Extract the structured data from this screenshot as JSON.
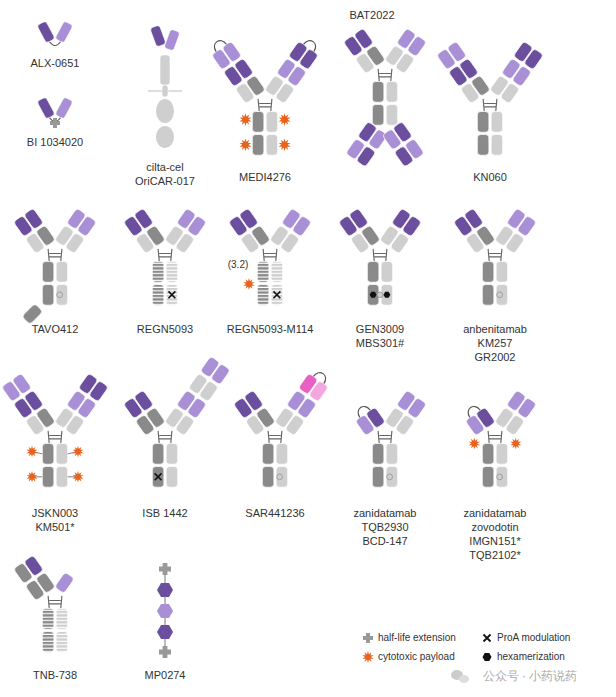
{
  "diagram": {
    "labels": [
      "ALX-0651",
      "BI 1034020",
      "cilta-cel",
      "OriCAR-017",
      "MEDI4276",
      "BAT2022",
      "KN060",
      "TAVO412",
      "REGN5093",
      "REGN5093-M114",
      "(3.2)",
      "GEN3009",
      "MBS301#",
      "anbenitamab",
      "KM257",
      "GR2002",
      "JSKN003",
      "KM501*",
      "ISB 1442",
      "SAR441236",
      "zanidatamab",
      "TQB2930",
      "BCD-147",
      "zanidatamab zovodotin",
      "IMGN151*",
      "TQB2102*",
      "TNB-738",
      "MP0274",
      "公众号 · 小药说药"
    ],
    "legend": [
      {
        "text": "half-life extension"
      },
      {
        "text": "ProA modulation"
      },
      {
        "text": "cytotoxic payload"
      },
      {
        "text": "hexamerization"
      }
    ]
  }
}
